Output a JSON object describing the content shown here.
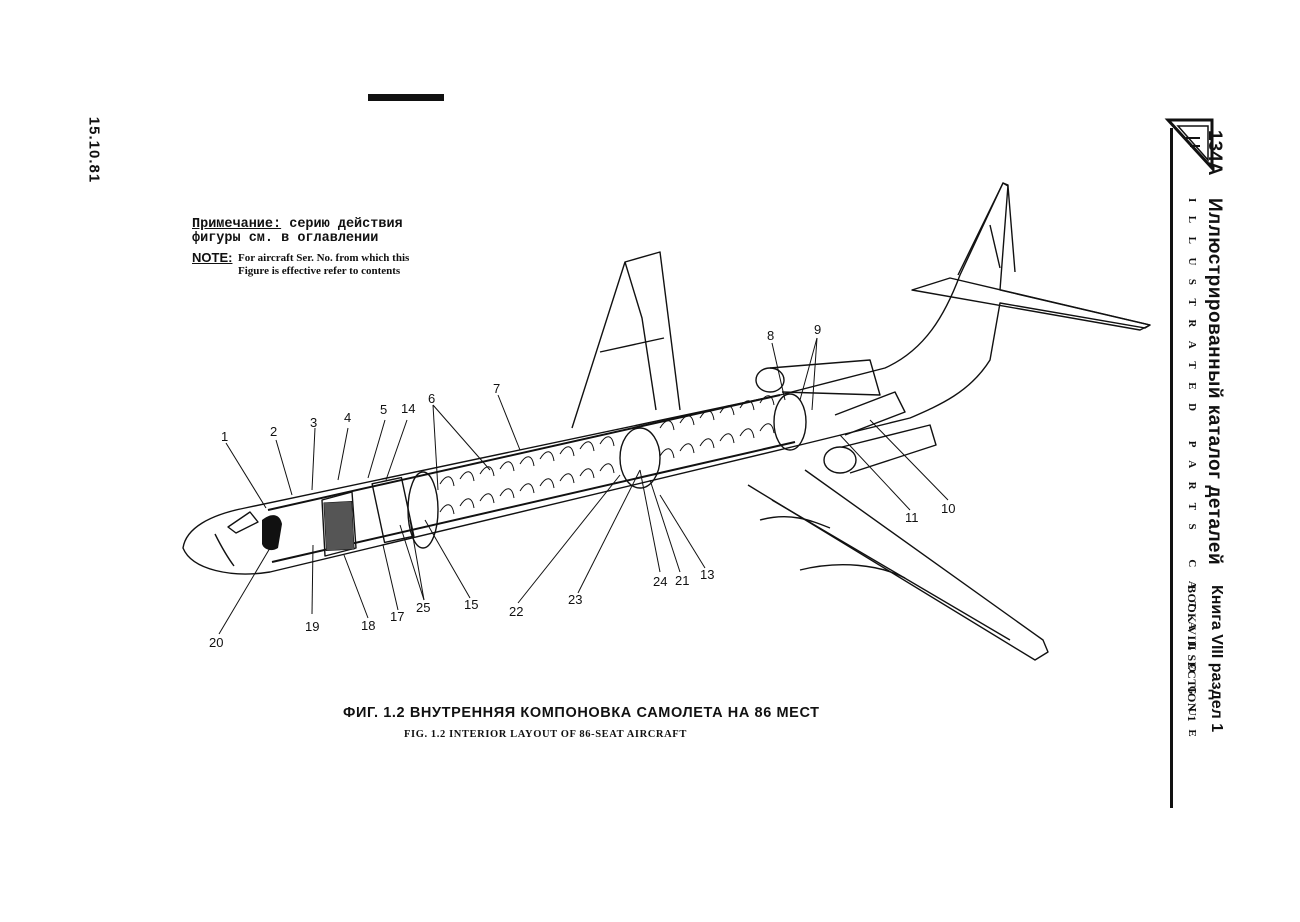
{
  "side_date": "15.10.81",
  "note": {
    "ru_label": "Примечание:",
    "ru_text1": "серию действия",
    "ru_text2": "фигуры см. в оглавлении",
    "en_label": "NOTE:",
    "en_text": "For aircraft Ser. No. from which this Figure is effective refer to contents"
  },
  "caption": {
    "ru": "ФИГ. 1.2 ВНУТРЕННЯЯ КОМПОНОВКА САМОЛЕТА НА 86 МЕСТ",
    "en": "FIG. 1.2 INTERIOR LAYOUT OF 86-SEAT AIRCRAFT"
  },
  "header": {
    "model": "134А",
    "title_ru": "Иллюстрированный каталог деталей",
    "title_en": "ILLUSTRATED PARTS CATALOGUE",
    "book_ru": "Книга VIII раздел 1",
    "book_en": "BOOK VIII SECTION 1"
  },
  "callouts": [
    "1",
    "2",
    "3",
    "4",
    "5",
    "14",
    "6",
    "7",
    "8",
    "9",
    "10",
    "11",
    "13",
    "21",
    "24",
    "23",
    "22",
    "15",
    "25",
    "17",
    "18",
    "19",
    "20"
  ]
}
